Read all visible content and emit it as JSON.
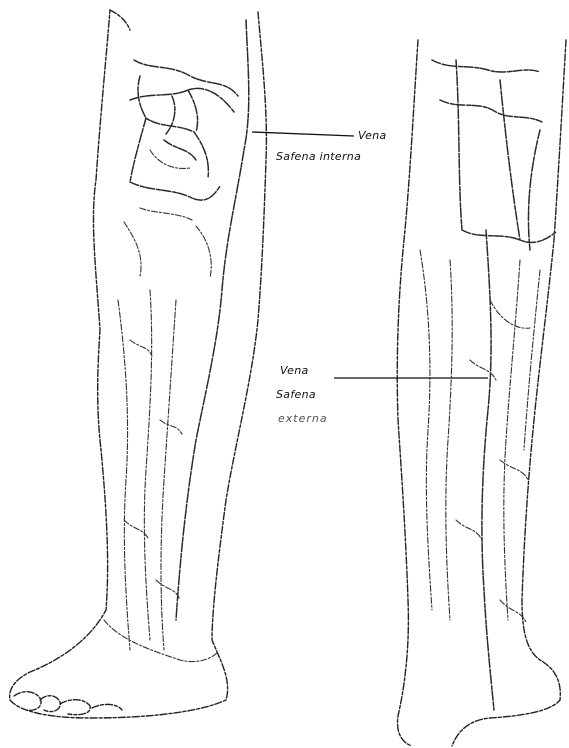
{
  "labels": {
    "interna_line1": "Vena",
    "interna_line2": "Safena interna",
    "externa_line1": "Vena",
    "externa_line2": "Safena",
    "externa_line3": "externa"
  }
}
